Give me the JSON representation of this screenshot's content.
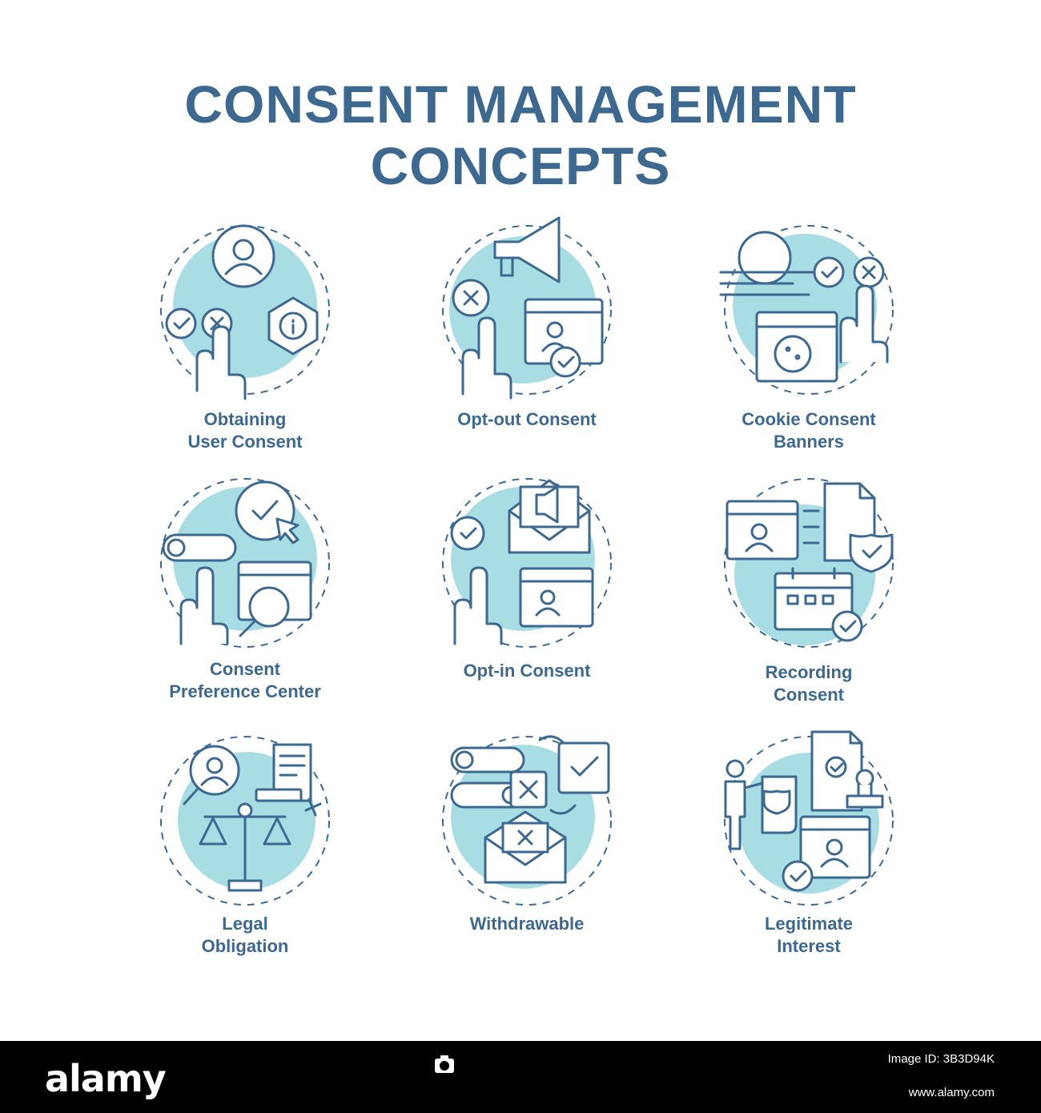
{
  "title": {
    "line1": "CONSENT MANAGEMENT",
    "line2": "CONCEPTS"
  },
  "colors": {
    "stroke": "#3d6890",
    "accent": "#a8dde3",
    "background": "#ffffff",
    "footer": "#000000"
  },
  "items": [
    {
      "line1": "Obtaining",
      "line2": "User Consent",
      "icon": "gear-user-icon"
    },
    {
      "line1": "Opt-out Consent",
      "line2": "",
      "icon": "megaphone-icon"
    },
    {
      "line1": "Cookie Consent",
      "line2": "Banners",
      "icon": "cookie-icon"
    },
    {
      "line1": "Consent",
      "line2": "Preference Center",
      "icon": "gear-check-icon"
    },
    {
      "line1": "Opt-in Consent",
      "line2": "",
      "icon": "envelope-icon"
    },
    {
      "line1": "Recording",
      "line2": "Consent",
      "icon": "document-shield-icon"
    },
    {
      "line1": "Legal",
      "line2": "Obligation",
      "icon": "scales-icon"
    },
    {
      "line1": "Withdrawable",
      "line2": "",
      "icon": "toggle-icon"
    },
    {
      "line1": "Legitimate",
      "line2": "Interest",
      "icon": "stamp-icon"
    }
  ],
  "footer": {
    "brand": "alamy",
    "image_id": "Image ID: 3B3D94K",
    "url": "www.alamy.com"
  }
}
